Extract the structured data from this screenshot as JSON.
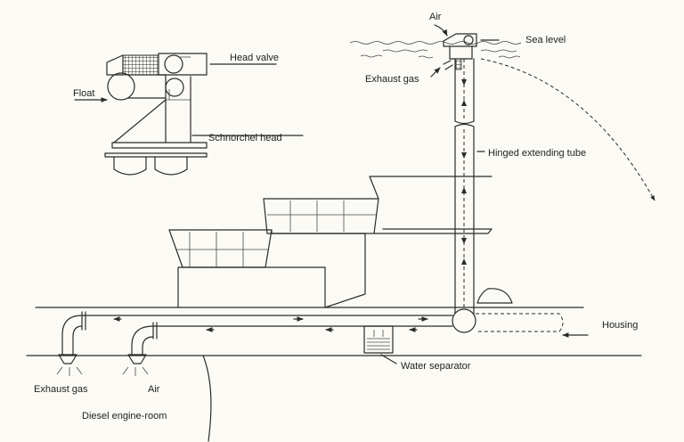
{
  "labels": {
    "air_top": "Air",
    "sea_level": "Sea level",
    "exhaust_gas_top": "Exhaust gas",
    "head_valve": "Head valve",
    "float": "Float",
    "schnorchel_head": "Schnorchel head",
    "hinged_tube": "Hinged extending tube",
    "housing": "Housing",
    "water_separator": "Water separator",
    "exhaust_gas_bottom": "Exhaust gas",
    "air_bottom": "Air",
    "engine_room": "Diesel engine-room"
  }
}
